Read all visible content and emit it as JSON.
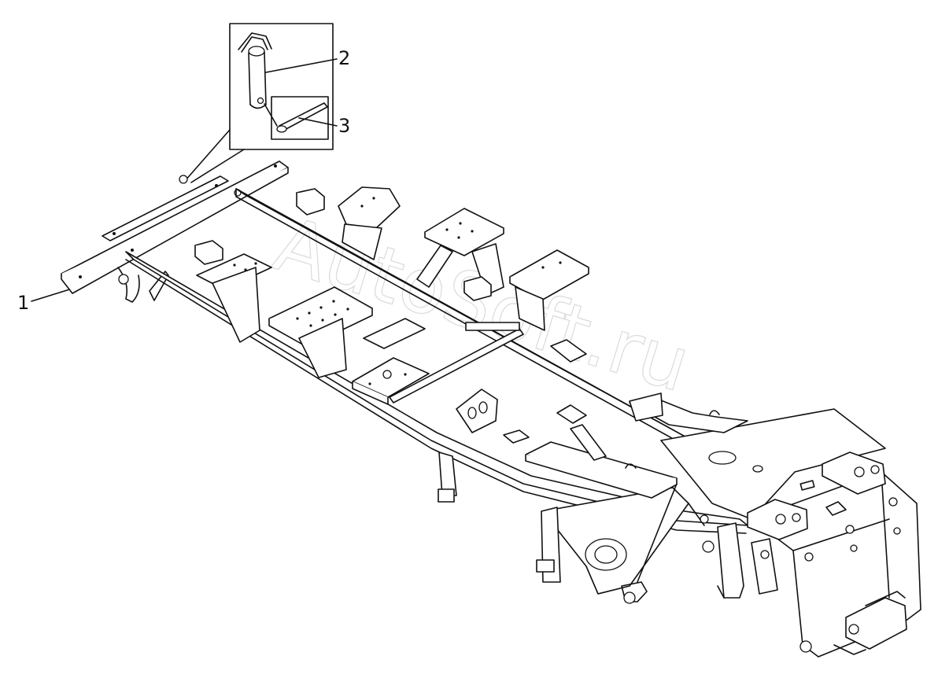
{
  "diagram": {
    "callouts": [
      {
        "id": "1",
        "label": "1"
      },
      {
        "id": "2",
        "label": "2"
      },
      {
        "id": "3",
        "label": "3"
      }
    ],
    "watermark": "AutoSoft.ru",
    "line_color": "#111111",
    "background": "#ffffff",
    "parts": [
      {
        "name": "frame-assembly"
      },
      {
        "name": "pin-with-ring"
      },
      {
        "name": "cotter-pin"
      }
    ]
  }
}
